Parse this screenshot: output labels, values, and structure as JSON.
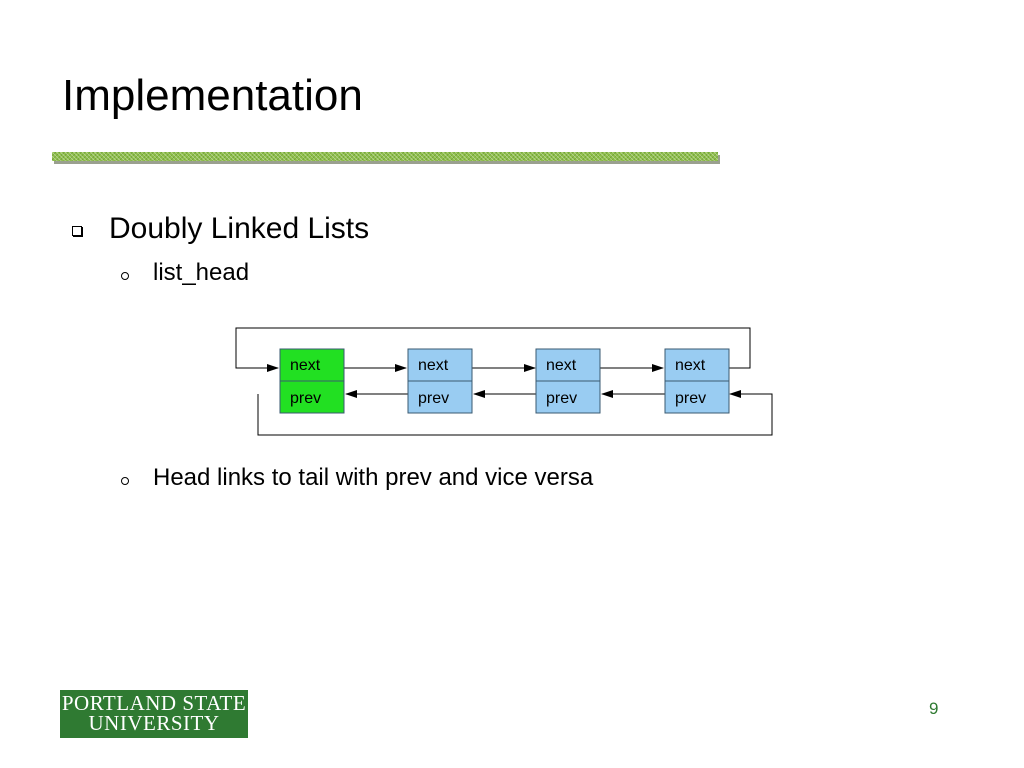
{
  "slide": {
    "title": "Implementation",
    "bullet1": "Doubly Linked Lists",
    "sub_bullet1": "list_head",
    "sub_bullet2": "Head links to tail with prev and vice versa",
    "page_number": "9"
  },
  "diagram": {
    "nodes": [
      {
        "next_label": "next",
        "prev_label": "prev",
        "fill": "#22e022"
      },
      {
        "next_label": "next",
        "prev_label": "prev",
        "fill": "#99ccf2"
      },
      {
        "next_label": "next",
        "prev_label": "prev",
        "fill": "#99ccf2"
      },
      {
        "next_label": "next",
        "prev_label": "prev",
        "fill": "#99ccf2"
      }
    ]
  },
  "logo": {
    "line1": "PORTLAND STATE",
    "line2": "UNIVERSITY"
  },
  "colors": {
    "head_node": "#22e022",
    "node": "#99ccf2",
    "brand_green": "#2f7a32",
    "rule_green": "#8fbf4a"
  }
}
